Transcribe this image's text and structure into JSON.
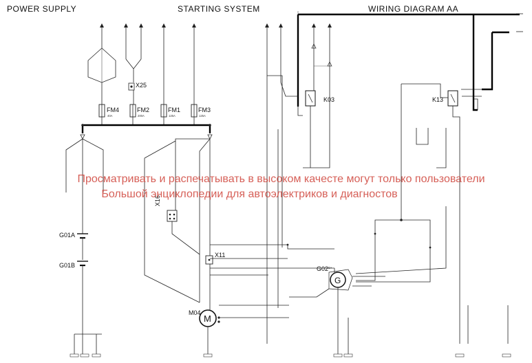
{
  "titles": {
    "power_supply": "POWER SUPPLY",
    "starting_system": "STARTING SYSTEM",
    "wiring_diagram": "WIRING DIAGRAM AA"
  },
  "watermark": {
    "line1": "Просматривать и распечатывать в высоком качесте могут только пользователи",
    "line2": "Большой энциклопедии для автоэлектриков и диагностов"
  },
  "components": {
    "fm4": "FM4",
    "fm4_rating": "40A",
    "fm2": "FM2",
    "fm2_rating": "200A",
    "fm1": "FM1",
    "fm1_rating": "125A",
    "fm3": "FM3",
    "fm3_rating": "125A",
    "x25": "X25",
    "x16": "X16",
    "x11": "X11",
    "k03": "K03",
    "k13": "K13",
    "g01a": "G01A",
    "g01b": "G01B",
    "g02": "G02",
    "m04": "M04",
    "m_symbol": "M",
    "g_symbol": "G",
    "d_plus": "D+"
  },
  "colors": {
    "line": "#222222",
    "bus": "#000000",
    "watermark": "#cd3c32"
  }
}
